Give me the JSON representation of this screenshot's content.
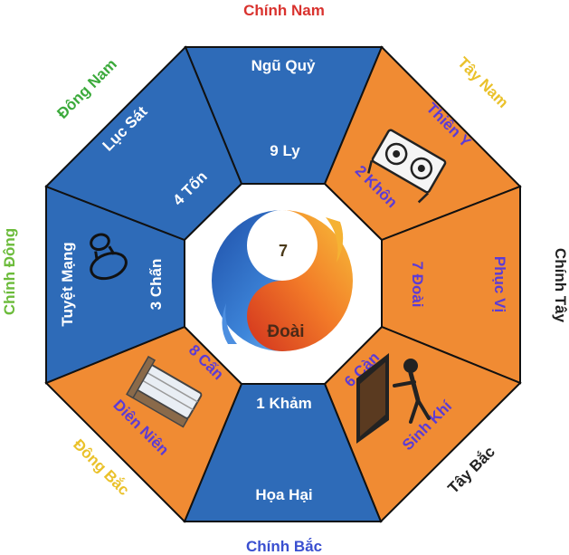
{
  "colors": {
    "blue": "#2E6BB8",
    "orange": "#F08B33",
    "outline": "#111111",
    "white_text": "#ffffff",
    "violet_text": "#5B3BD6",
    "south_red": "#D9322E",
    "green_text": "#3BAA3B",
    "yellow_text": "#EAC12A",
    "dark_text": "#222222",
    "east_green": "#6BBB3A"
  },
  "directions": {
    "south": "Chính Nam",
    "southwest": "Tây Nam",
    "west": "Chính Tây",
    "northwest": "Tây Bắc",
    "north": "Chính Bắc",
    "northeast": "Đông Bắc",
    "east": "Chính Đông",
    "southeast": "Đông Nam"
  },
  "sectors": {
    "south": {
      "star": "Ngũ Quỷ",
      "trigram": "9 Ly",
      "fill": "blue"
    },
    "southwest": {
      "star": "Thiên Y",
      "trigram": "2 Khôn",
      "fill": "orange",
      "icon": "stove-icon"
    },
    "west": {
      "star": "Phục Vị",
      "trigram": "7 Đoài",
      "fill": "orange"
    },
    "northwest": {
      "star": "Sinh Khí",
      "trigram": "6 Càn",
      "fill": "orange",
      "icon": "door-person-icon"
    },
    "north": {
      "star": "Họa Hại",
      "trigram": "1 Khảm",
      "fill": "blue"
    },
    "northeast": {
      "star": "Diên Niên",
      "trigram": "8 Cấn",
      "fill": "orange",
      "icon": "bed-icon"
    },
    "east": {
      "star": "Tuyệt Mạng",
      "trigram": "3 Chấn",
      "fill": "blue",
      "icon": "toilet-icon"
    },
    "southeast": {
      "star": "Lục Sát",
      "trigram": "4 Tốn",
      "fill": "blue"
    }
  },
  "center": {
    "number": "7",
    "name": "Đoài",
    "icon": "yin-yang-fire-water-icon"
  }
}
